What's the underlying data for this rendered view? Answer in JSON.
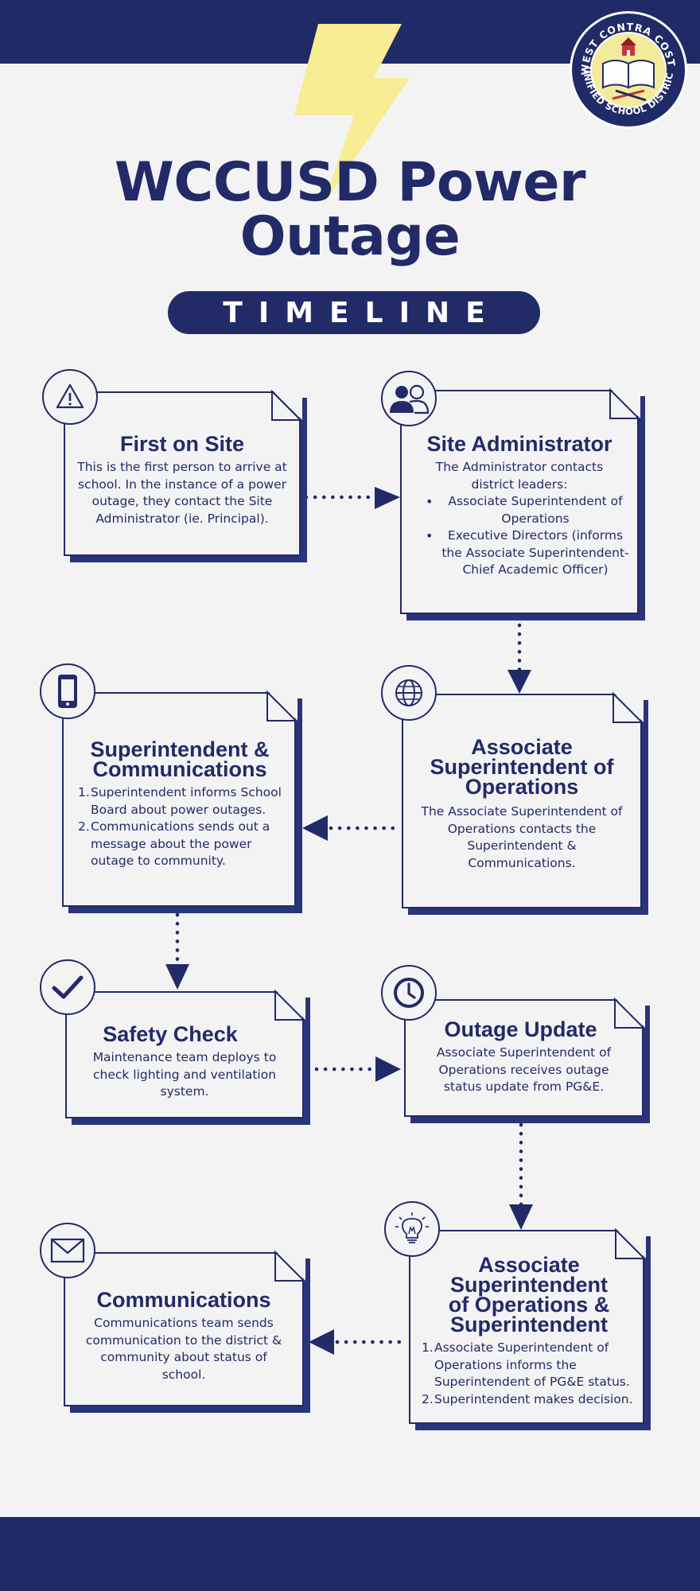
{
  "header": {
    "title_line1": "WCCUSD Power",
    "title_line2": "Outage",
    "subtitle": "TIMELINE",
    "seal": {
      "top_text": "WEST CONTRA COSTA",
      "bottom_text": "UNIFIED SCHOOL DISTRICT"
    }
  },
  "colors": {
    "navy": "#222a68",
    "band": "#202a66",
    "bolt": "#f8ec94",
    "background": "#f3f3f4"
  },
  "steps": [
    {
      "id": "first-on-site",
      "icon": "warning-icon",
      "title": "First on Site",
      "text": "This is the first person to arrive at school. In the instance of a power outage, they contact the Site Administrator (ie. Principal)."
    },
    {
      "id": "site-administrator",
      "icon": "users-icon",
      "title": "Site Administrator",
      "text": "The Administrator contacts district leaders:",
      "bullets": [
        "Associate Superintendent of Operations",
        "Executive Directors (informs the Associate Superintendent-Chief Academic Officer)"
      ]
    },
    {
      "id": "associate-superintendent-operations",
      "icon": "globe-icon",
      "title_lines": [
        "Associate",
        "Superintendent of",
        "Operations"
      ],
      "text": "The Associate Superintendent of Operations contacts the Superintendent & Communications."
    },
    {
      "id": "superintendent-communications",
      "icon": "phone-icon",
      "title_lines": [
        "Superintendent &",
        "Communications"
      ],
      "items": [
        {
          "num": "1.",
          "text": "Superintendent informs School Board about power outages."
        },
        {
          "num": "2.",
          "text": "Communications sends out a message about the power outage to community."
        }
      ]
    },
    {
      "id": "safety-check",
      "icon": "check-icon",
      "title": "Safety Check",
      "text": "Maintenance team deploys to check lighting and ventilation system."
    },
    {
      "id": "outage-update",
      "icon": "clock-icon",
      "title": "Outage Update",
      "text": "Associate Superintendent of Operations receives outage status update from PG&E."
    },
    {
      "id": "associate-superintendent-operations-superintendent",
      "icon": "lightbulb-icon",
      "title_lines": [
        "Associate",
        "Superintendent",
        "of Operations &",
        "Superintendent"
      ],
      "items": [
        {
          "num": "1.",
          "text": "Associate Superintendent of Operations informs the Superintendent of PG&E status."
        },
        {
          "num": "2.",
          "text": "Superintendent makes decision."
        }
      ]
    },
    {
      "id": "communications",
      "icon": "envelope-icon",
      "title": "Communications",
      "text": "Communications team sends communication to the district & community about status of school."
    }
  ]
}
